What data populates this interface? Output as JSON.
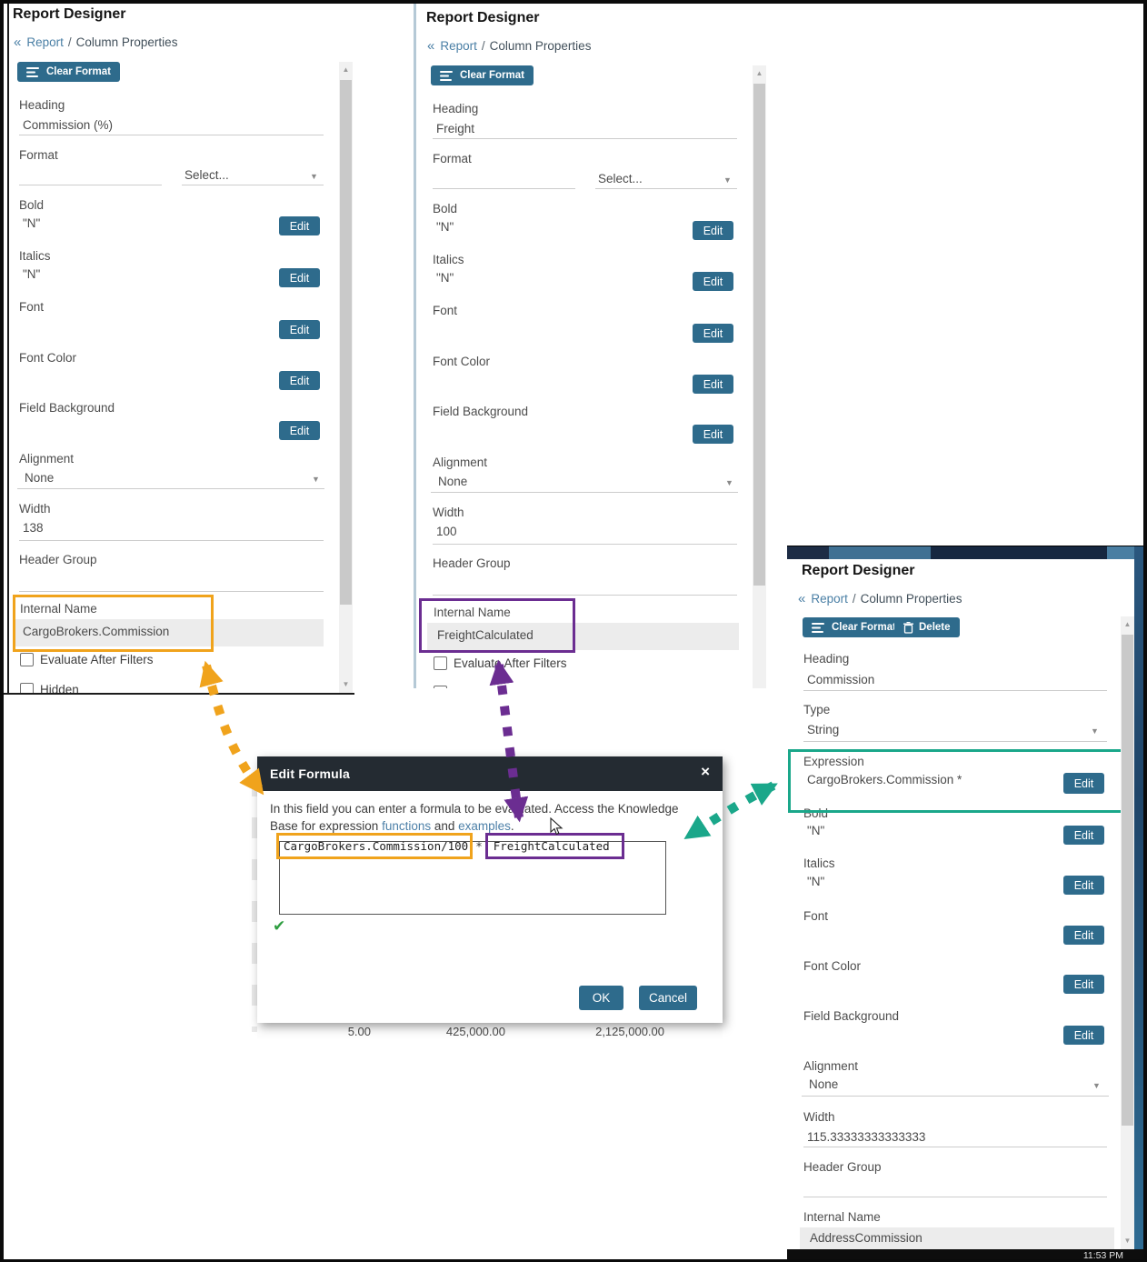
{
  "ui": {
    "edit": "Edit",
    "select_placeholder": "Select...",
    "caret_icon": "▼",
    "scroll_up_icon": "▲",
    "scroll_down_icon": "▼",
    "back_icon": "«"
  },
  "panel1": {
    "title": "Report Designer",
    "breadcrumb_link": "Report",
    "breadcrumb_sep": "/",
    "breadcrumb_current": "Column Properties",
    "clear_format": "Clear Format",
    "heading_label": "Heading",
    "heading_value": "Commission (%)",
    "format_label": "Format",
    "bold_label": "Bold",
    "bold_value": "\"N\"",
    "italics_label": "Italics",
    "italics_value": "\"N\"",
    "font_label": "Font",
    "font_color_label": "Font Color",
    "field_background_label": "Field Background",
    "alignment_label": "Alignment",
    "alignment_value": "None",
    "width_label": "Width",
    "width_value": "138",
    "header_group_label": "Header Group",
    "internal_name_label": "Internal Name",
    "internal_name_value": "CargoBrokers.Commission",
    "evaluate_after_filters_label": "Evaluate After Filters",
    "hidden_label": "Hidden"
  },
  "panel2": {
    "title": "Report Designer",
    "breadcrumb_link": "Report",
    "breadcrumb_sep": "/",
    "breadcrumb_current": "Column Properties",
    "clear_format": "Clear Format",
    "heading_label": "Heading",
    "heading_value": "Freight",
    "format_label": "Format",
    "bold_label": "Bold",
    "bold_value": "\"N\"",
    "italics_label": "Italics",
    "italics_value": "\"N\"",
    "font_label": "Font",
    "font_color_label": "Font Color",
    "field_background_label": "Field Background",
    "alignment_label": "Alignment",
    "alignment_value": "None",
    "width_label": "Width",
    "width_value": "100",
    "header_group_label": "Header Group",
    "internal_name_label": "Internal Name",
    "internal_name_value": "FreightCalculated",
    "evaluate_after_filters_label": "Evaluate After Filters"
  },
  "panel3": {
    "title": "Report Designer",
    "breadcrumb_link": "Report",
    "breadcrumb_sep": "/",
    "breadcrumb_current": "Column Properties",
    "clear_format": "Clear Format",
    "delete_label": "Delete",
    "heading_label": "Heading",
    "heading_value": "Commission",
    "type_label": "Type",
    "type_value": "String",
    "expression_label": "Expression",
    "expression_value": "CargoBrokers.Commission *",
    "bold_label": "Bold",
    "bold_value": "\"N\"",
    "italics_label": "Italics",
    "italics_value": "\"N\"",
    "font_label": "Font",
    "font_color_label": "Font Color",
    "field_background_label": "Field Background",
    "alignment_label": "Alignment",
    "alignment_value": "None",
    "width_label": "Width",
    "width_value": "115.33333333333333",
    "header_group_label": "Header Group",
    "internal_name_label": "Internal Name",
    "internal_name_value": "AddressCommission",
    "taskbar_clock": "11:53 PM"
  },
  "dialog": {
    "title": "Edit Formula",
    "close_icon": "×",
    "desc_text_1": "In this field you can enter a formula to be evaluated. Access the Knowledge Base for expression ",
    "desc_link_functions": "functions",
    "desc_text_2": " and ",
    "desc_link_examples": "examples",
    "desc_text_3": ".",
    "formula_part_1": "CargoBrokers.Commission/100",
    "formula_operator": "*",
    "formula_part_2": "FreightCalculated",
    "valid_icon": "✔",
    "ok_label": "OK",
    "cancel_label": "Cancel"
  },
  "background_row": {
    "value_1": "5.00",
    "value_2": "425,000.00",
    "value_3": "2,125,000.00"
  },
  "colors": {
    "accent_button": "#2e6b8c",
    "highlight_orange": "#f0a31c",
    "highlight_purple": "#6b2d91",
    "highlight_teal": "#1aa78a",
    "dialog_header": "#242b32"
  }
}
